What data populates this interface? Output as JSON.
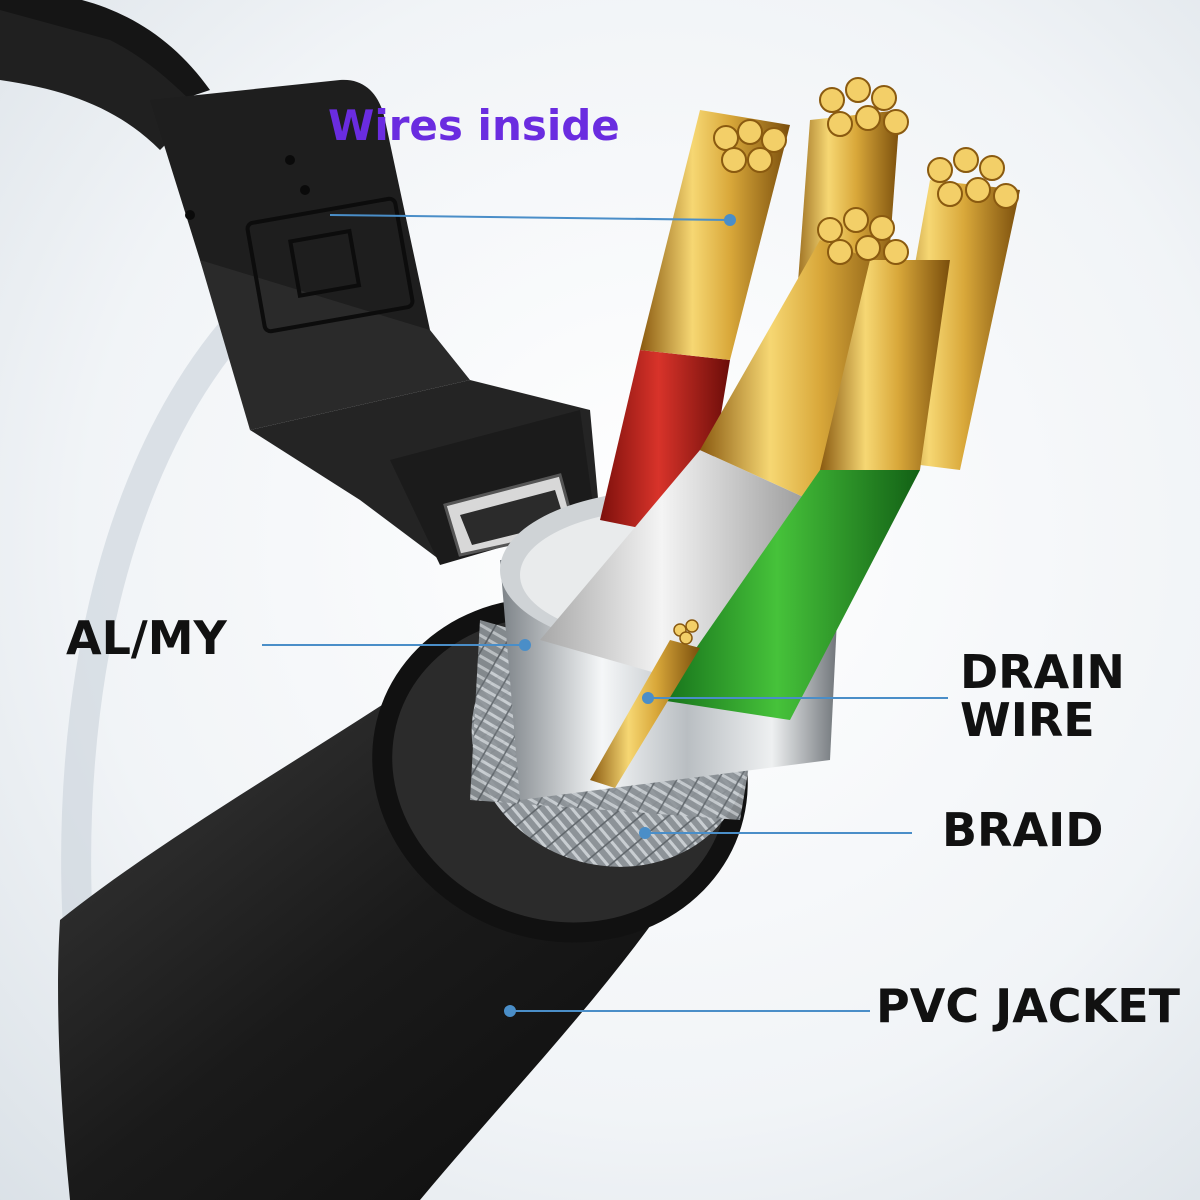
{
  "labels": {
    "wires_inside": "Wires inside",
    "al_my": "AL/MY",
    "drain_wire_line1": "DRAIN",
    "drain_wire_line2": "WIRE",
    "braid": "BRAID",
    "pvc_jacket": "PVC JACKET"
  },
  "colors": {
    "title_accent": "#6a2ce0",
    "leader_line": "#4a8ec8",
    "wire_red": "#c0241c",
    "wire_white": "#e6e6e6",
    "wire_green": "#2faa2a",
    "copper_gold": "#d8a935",
    "jacket_black": "#1a1a1a"
  }
}
